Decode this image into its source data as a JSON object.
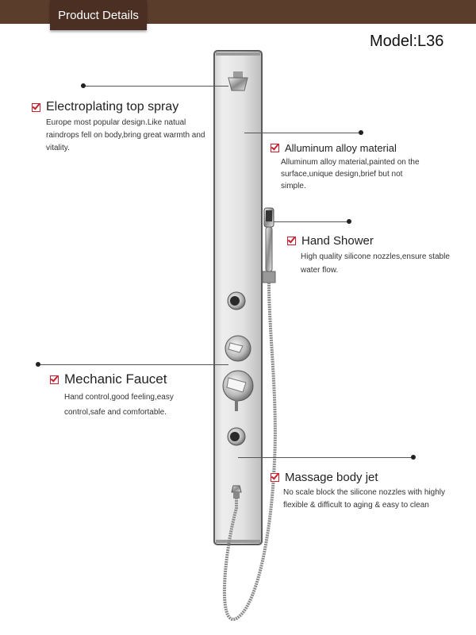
{
  "header": {
    "title": "Product Details",
    "model": "Model:L36"
  },
  "features": [
    {
      "title": "Electroplating top spray",
      "desc": "Europe most popular design.Like natual raindrops fell on body,bring great warmth and vitality."
    },
    {
      "title": "Alluminum alloy material",
      "desc": "Alluminum alloy material,painted on the surface,unique design,brief but not simple."
    },
    {
      "title": "Hand Shower",
      "desc": "High quality silicone nozzles,ensure stable water flow."
    },
    {
      "title": "Mechanic Faucet",
      "desc": "Hand control,good feeling,easy control,safe and comfortable."
    },
    {
      "title": "Massage body jet",
      "desc": "No scale block the silicone nozzles with  highly flexible & difficult to aging & easy to clean"
    }
  ],
  "colors": {
    "header_bar": "#5b3d2c",
    "header_tab": "#4a2f22",
    "checkbox": "#c8202f"
  },
  "icons": [
    "checkbox-icon"
  ]
}
